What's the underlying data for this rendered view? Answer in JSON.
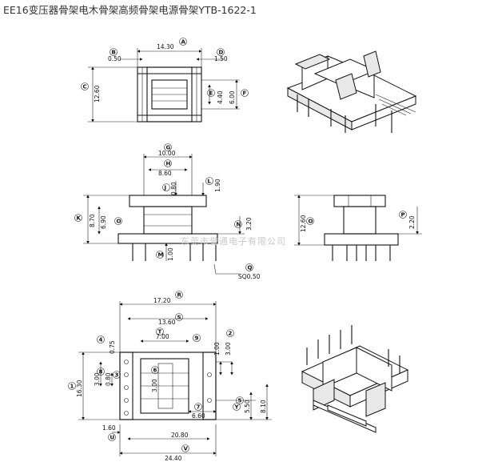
{
  "title": "EE16变压器骨架电木骨架高频骨架电源骨架YTB-1622-1",
  "watermark": "东莞市誉通电子有限公司",
  "views": {
    "top": {
      "dims": [
        "14.30",
        "0.50",
        "1.50",
        "12.60",
        "4.40",
        "6.00"
      ],
      "callouts": [
        "A",
        "B",
        "D",
        "C",
        "E",
        "F"
      ]
    },
    "front": {
      "dims": [
        "10.00",
        "8.60",
        "0.80",
        "1.90",
        "8.70",
        "6.90",
        "3.20",
        "1.00",
        "SQ0.50"
      ],
      "callouts": [
        "G",
        "H",
        "J",
        "L",
        "K",
        "O",
        "N",
        "M",
        "Q"
      ]
    },
    "side": {
      "dims": [
        "12.60",
        "2.20"
      ],
      "callouts": [
        "O",
        "P"
      ]
    },
    "bottom": {
      "dims": [
        "17.20",
        "13.60",
        "7.00",
        "0.75",
        "0.80",
        "3.00",
        "3.00",
        "16.30",
        "1.00",
        "3.00",
        "5.50",
        "8.10",
        "6.60",
        "1.60",
        "20.80",
        "24.40"
      ],
      "callouts": [
        "R",
        "S",
        "T",
        "4",
        "8",
        "1",
        "3",
        "6",
        "9",
        "2",
        "7",
        "5",
        "U",
        "V",
        "Y"
      ]
    }
  }
}
